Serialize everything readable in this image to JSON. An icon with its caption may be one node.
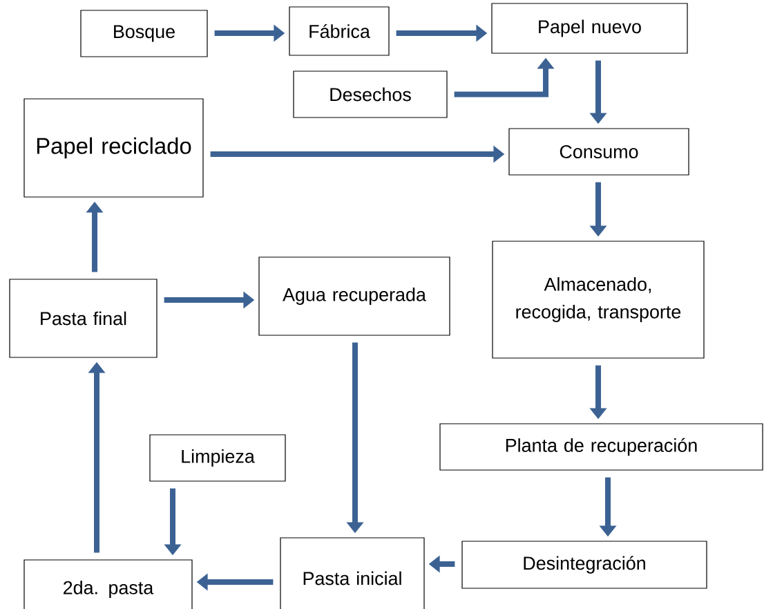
{
  "diagram": {
    "nodes": [
      {
        "text": [
          "Bosque"
        ]
      },
      {
        "text": [
          "Fábrica"
        ]
      },
      {
        "text": [
          "Papel nuevo"
        ]
      },
      {
        "text": [
          "Desechos"
        ]
      },
      {
        "text": [
          "Papel reciclado"
        ]
      },
      {
        "text": [
          "Consumo"
        ]
      },
      {
        "text": [
          "Almacenado, recogida, transporte"
        ]
      },
      {
        "text": [
          "Planta de recuperación"
        ]
      },
      {
        "text": [
          "Desintegración"
        ]
      },
      {
        "text": [
          "Pasta inicial"
        ]
      },
      {
        "text": [
          "2da. pasta"
        ]
      },
      {
        "text": [
          "Limpieza"
        ]
      },
      {
        "text": [
          "Pasta final"
        ]
      },
      {
        "text": [
          "Agua recuperada"
        ]
      }
    ],
    "edges": [
      {
        "from": 0,
        "to": 1,
        "arrow": "to"
      },
      {
        "from": 1,
        "to": 2,
        "arrow": "to"
      },
      {
        "from": 3,
        "to": 2,
        "arrow": "to"
      },
      {
        "from": 2,
        "to": 5,
        "arrow": "to"
      },
      {
        "from": 4,
        "to": 5,
        "arrow": "to"
      },
      {
        "from": 5,
        "to": 6,
        "arrow": "to"
      },
      {
        "from": 6,
        "to": 7,
        "arrow": "to"
      },
      {
        "from": 7,
        "to": 8,
        "arrow": "to"
      },
      {
        "from": 8,
        "to": 9,
        "arrow": "to"
      },
      {
        "from": 9,
        "to": 10,
        "arrow": "to"
      },
      {
        "from": 11,
        "to": 10,
        "arrow": "to"
      },
      {
        "from": 10,
        "to": 12,
        "arrow": "to"
      },
      {
        "from": 12,
        "to": 4,
        "arrow": "to"
      },
      {
        "from": 12,
        "to": 13,
        "arrow": "to"
      },
      {
        "from": 13,
        "to": 9,
        "arrow": "to"
      }
    ]
  }
}
